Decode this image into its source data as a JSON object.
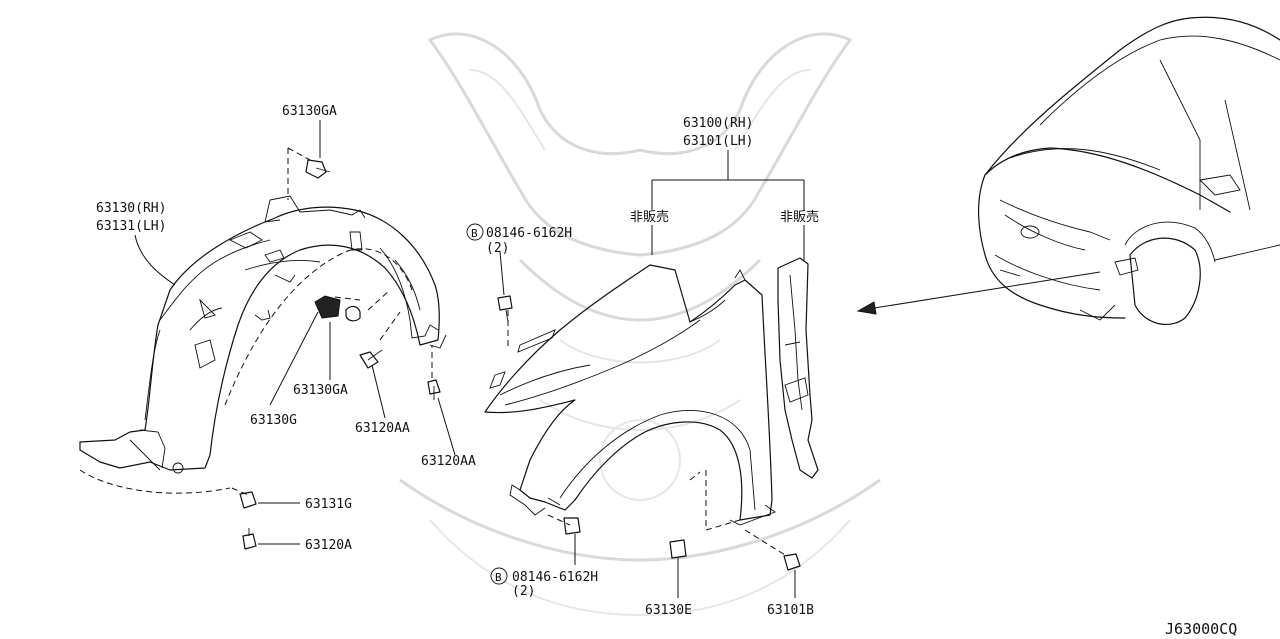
{
  "labels": {
    "p63130GA_top": "63130GA",
    "p63130_rh": "63130(RH)",
    "p63131_lh": "63131(LH)",
    "p63130GA_mid": "63130GA",
    "p63130G": "63130G",
    "p63120AA_1": "63120AA",
    "p63120AA_2": "63120AA",
    "p63131G": "63131G",
    "p63120A": "63120A",
    "bolt_top_code": "08146-6162H",
    "bolt_top_qty": "(2)",
    "bolt_bottom_code": "08146-6162H",
    "bolt_bottom_qty": "(2)",
    "bolt_symbol": "B",
    "p63100_rh": "63100(RH)",
    "p63101_lh": "63101(LH)",
    "not_for_sale_1": "非販売",
    "not_for_sale_2": "非販売",
    "p63130E": "63130E",
    "p63101B": "63101B",
    "diagram_code": "J63000CQ"
  }
}
